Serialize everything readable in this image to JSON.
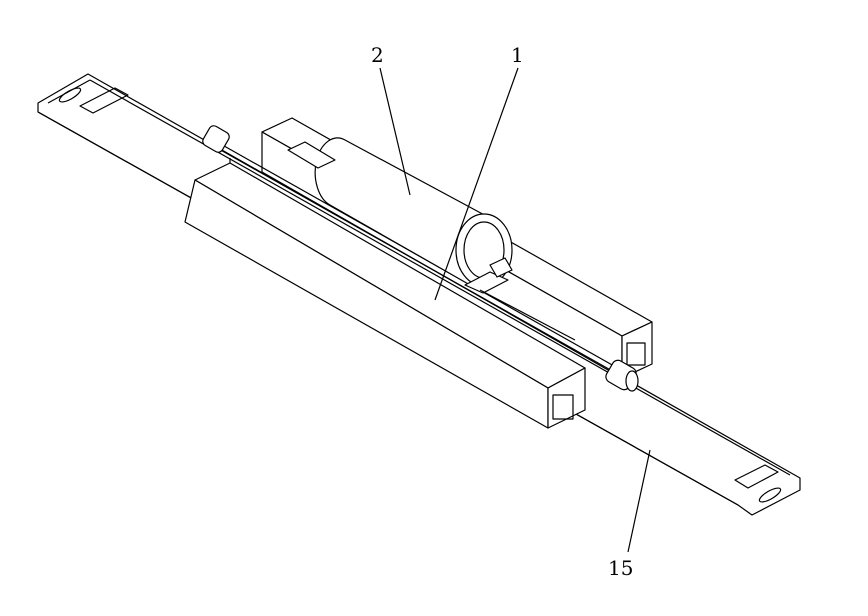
{
  "figure": {
    "labels": [
      {
        "id": "2",
        "text": "2"
      },
      {
        "id": "1",
        "text": "1"
      },
      {
        "id": "15",
        "text": "15"
      }
    ]
  }
}
